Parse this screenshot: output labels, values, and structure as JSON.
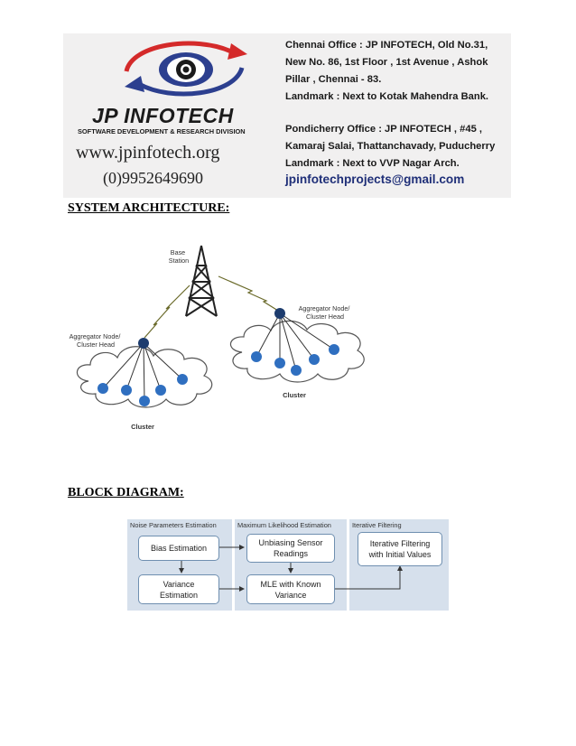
{
  "header": {
    "logo_name": "JP INFOTECH",
    "logo_subtitle": "SOFTWARE DEVELOPMENT & RESEARCH DIVISION",
    "website": "www.jpinfotech.org",
    "phone": "(0)9952649690",
    "chennai_lines": [
      "Chennai Office : JP INFOTECH, Old No.31,",
      "New No. 86, 1st Floor , 1st Avenue , Ashok",
      "Pillar , Chennai - 83.",
      "Landmark : Next to Kotak Mahendra Bank."
    ],
    "pondy_lines": [
      "Pondicherry Office : JP INFOTECH , #45 ,",
      "Kamaraj Salai, Thattanchavady, Puducherry",
      "Landmark : Next to VVP Nagar Arch."
    ],
    "email": "jpinfotechprojects@gmail.com",
    "colors": {
      "logo_red": "#d42a2a",
      "logo_blue": "#2c3f8f",
      "email": "#1f2f78"
    }
  },
  "sections": {
    "system_architecture": "SYSTEM ARCHITECTURE:",
    "block_diagram": "BLOCK DIAGRAM:"
  },
  "architecture": {
    "base_station": [
      "Base",
      "Station"
    ],
    "aggregator_left": [
      "Aggregator Node/",
      "Cluster Head"
    ],
    "aggregator_right": [
      "Aggregator Node/",
      "Cluster Head"
    ],
    "cluster_left": "Cluster",
    "cluster_right": "Cluster",
    "colors": {
      "node": "#2f6fc0",
      "head": "#1d3c6e"
    }
  },
  "block_diagram": {
    "panels": [
      "Noise Parameters Estimation",
      "Maximum Likelihood Estimation",
      "Iterative Filtering"
    ],
    "boxes": {
      "bias": [
        "Bias Estimation"
      ],
      "variance": [
        "Variance",
        "Estimation"
      ],
      "unbiasing": [
        "Unbiasing Sensor",
        "Readings"
      ],
      "mle": [
        "MLE with Known",
        "Variance"
      ],
      "iterative": [
        "Iterative Filtering",
        "with Initial Values"
      ]
    },
    "colors": {
      "panel": "#d6e0ec",
      "box_border": "#6f8fb0"
    }
  }
}
